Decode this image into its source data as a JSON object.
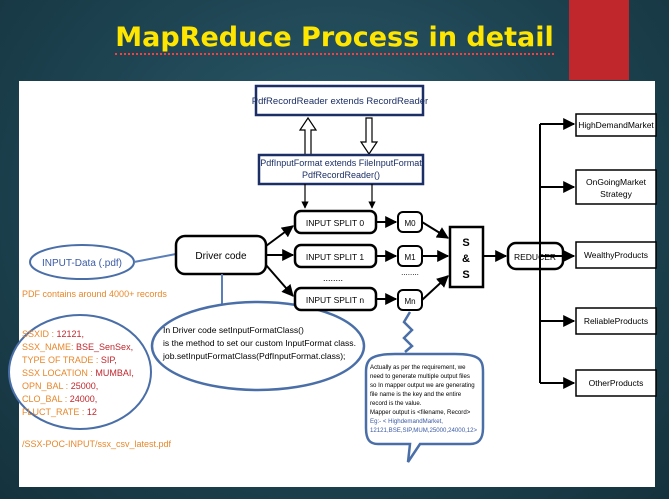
{
  "slide": {
    "title": "MapReduce Process in detail",
    "colors": {
      "title": "#ffe600",
      "accent": "#c0272d",
      "node_stroke": "#1b2f66",
      "ellipse_stroke": "#4a6fa8",
      "orange_text": "#e8872a",
      "red_text": "#c0272d",
      "input_text": "#3b5ba5"
    }
  },
  "diagram": {
    "pdf_record_reader": "PdfRecordReader extends RecordReader",
    "pdf_input_format": [
      "PdfInputFormat extends FileInputFormat",
      "PdfRecordReader()"
    ],
    "input_data": "INPUT-Data (.pdf)",
    "pdf_note": "PDF contains around  4000+ records",
    "record_fields": [
      {
        "label": "SSXID : ",
        "value": "12121,"
      },
      {
        "label": "SSX_NAME: ",
        "value": "BSE_SenSex,"
      },
      {
        "label": "TYPE OF TRADE : ",
        "value": "SIP,"
      },
      {
        "label": "SSX LOCATION : ",
        "value": "MUMBAI,"
      },
      {
        "label": "OPN_BAL : ",
        "value": "25000,"
      },
      {
        "label": "CLO_BAL : ",
        "value": "24000,"
      },
      {
        "label": "FLUCT_RATE : ",
        "value": "12"
      }
    ],
    "input_path": "/SSX-POC-INPUT/ssx_csv_latest.pdf",
    "driver_code": "Driver code",
    "driver_note": [
      "In Driver code setInputFormatClass()",
      "is the method to set our custom InputFormat class.",
      "job.setInputFormatClass(PdfInputFormat.class);"
    ],
    "splits": [
      "INPUT SPLIT 0",
      "INPUT SPLIT 1",
      "INPUT SPLIT n"
    ],
    "split_dots": [
      "........",
      "........"
    ],
    "mappers": [
      "M0",
      "M1",
      "Mn"
    ],
    "shuffle_sort": [
      "S",
      "&",
      "S"
    ],
    "reducer": "REDUCER",
    "outputs": [
      [
        "HighDemandMarket"
      ],
      [
        "OnGoingMarket",
        "Strategy"
      ],
      [
        "WealthyProducts"
      ],
      [
        "ReliableProducts"
      ],
      [
        "OtherProducts"
      ]
    ],
    "mapper_note": [
      "Actually as per the requirement, we",
      "need to generate multiple output files",
      "so In mapper output we are generating",
      "file name is the key and the entire",
      "record is the value.",
      "Mapper output is <filename, Record>",
      "Eg:- < HighdemandMarket,",
      "12121,BSE,SIP,MUM,25000,24000,12>"
    ]
  }
}
